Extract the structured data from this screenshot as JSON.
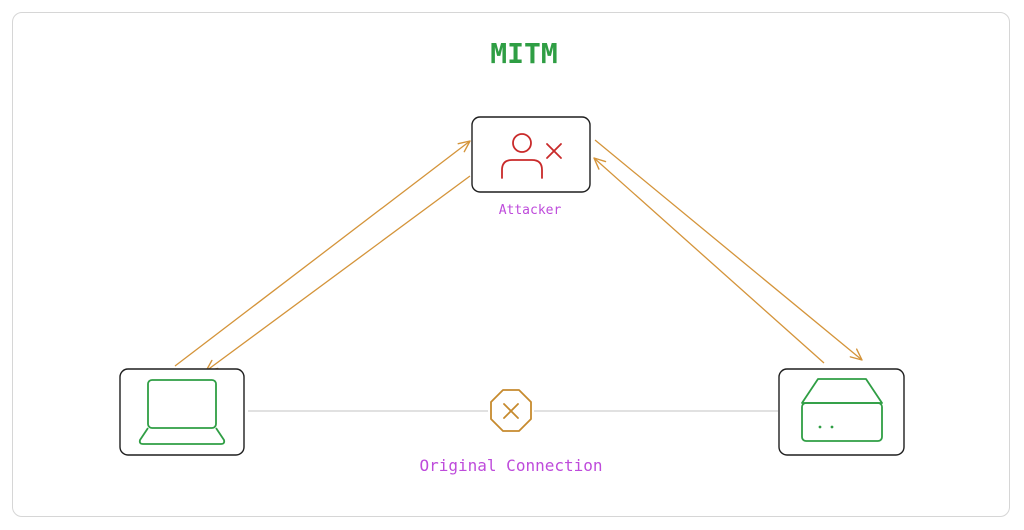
{
  "title": "MITM",
  "nodes": {
    "attacker": {
      "label": "Attacker",
      "icon": "attacker-user-x-icon"
    },
    "client": {
      "icon": "laptop-icon"
    },
    "server": {
      "icon": "server-icon"
    }
  },
  "connection": {
    "label": "Original Connection",
    "status_icon": "blocked-octagon-x-icon"
  },
  "colors": {
    "title": "#2f9e44",
    "device": "#2f9e44",
    "attacker": "#c92a2a",
    "arrow": "#d4943a",
    "label": "#be4bdb",
    "connection_line": "#cfcfcf",
    "box_border": "#1e1e1e"
  }
}
